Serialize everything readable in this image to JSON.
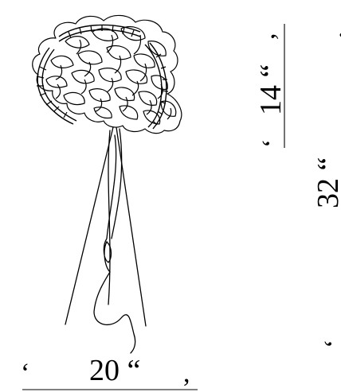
{
  "dimensions": {
    "width_label": "20 “",
    "shade_height_label": "14 “",
    "total_height_label": "32 “"
  }
}
